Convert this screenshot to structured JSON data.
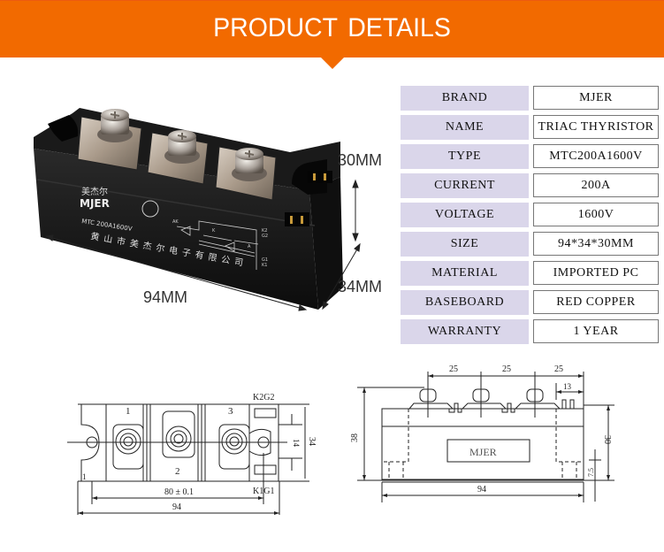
{
  "header": {
    "title": "PRODUCT DETAILS",
    "color": "#f26a00"
  },
  "specs": [
    {
      "label": "BRAND",
      "value": "MJER"
    },
    {
      "label": "NAME",
      "value": "TRIAC THYRISTOR"
    },
    {
      "label": "TYPE",
      "value": "MTC200A1600V"
    },
    {
      "label": "CURRENT",
      "value": "200A"
    },
    {
      "label": "VOLTAGE",
      "value": "1600V"
    },
    {
      "label": "SIZE",
      "value": "94*34*30MM"
    },
    {
      "label": "MATERIAL",
      "value": "IMPORTED PC"
    },
    {
      "label": "BASEBOARD",
      "value": "RED COPPER"
    },
    {
      "label": "WARRANTY",
      "value": "1 YEAR"
    }
  ],
  "photo": {
    "dim_height": "30MM",
    "dim_depth": "34MM",
    "dim_length": "94MM",
    "module_chinese_brand": "美杰尔",
    "module_brand": "MJER",
    "module_model": "MTC 200A1600V",
    "module_company": "黄山市美杰尔电子有限公司",
    "circuit_labels": [
      "AK",
      "K",
      "A",
      "K2",
      "G2",
      "G1",
      "K1"
    ]
  },
  "top_drawing": {
    "terminal_labels": [
      "1",
      "2",
      "3"
    ],
    "gate_top": "K2G2",
    "gate_bottom": "K1G1",
    "dim_mount": "80 ± 0.1",
    "dim_length": "94",
    "dim_inner": "14",
    "dim_width": "34",
    "dim_edge": "1"
  },
  "side_drawing": {
    "pitch_labels": [
      "25",
      "25",
      "25"
    ],
    "dim_gate": "13",
    "dim_total_height": "38",
    "dim_body_height": "30",
    "dim_base": "7.5",
    "dim_length": "94",
    "brand_plate": "MJER"
  }
}
